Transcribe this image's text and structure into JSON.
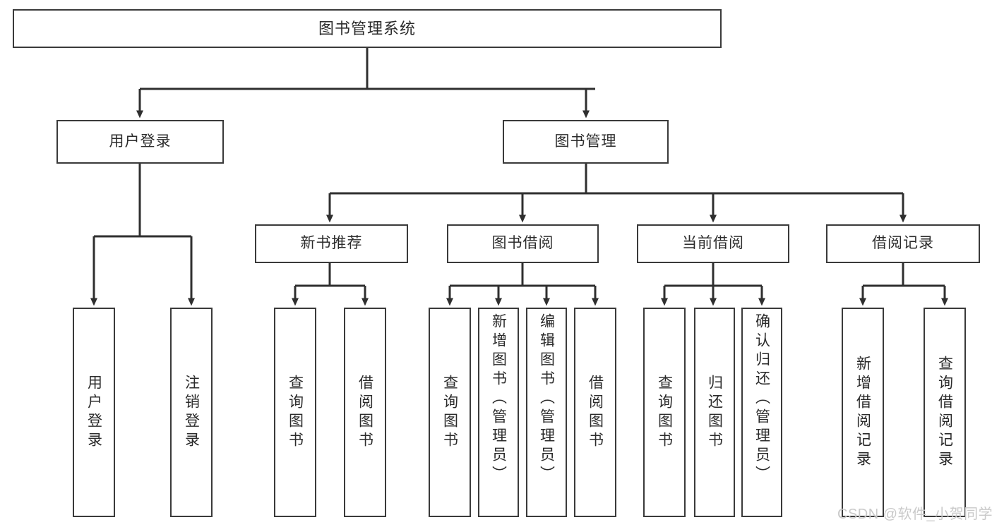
{
  "diagram": {
    "type": "tree",
    "title": "图书管理系统",
    "orientation": "top-down",
    "root": {
      "label": "图书管理系统"
    },
    "level2": [
      {
        "label": "用户登录"
      },
      {
        "label": "图书管理"
      }
    ],
    "level3": [
      {
        "label": "新书推荐"
      },
      {
        "label": "图书借阅"
      },
      {
        "label": "当前借阅"
      },
      {
        "label": "借阅记录"
      }
    ],
    "leaves": {
      "user_login": [
        {
          "label": "用户登录"
        },
        {
          "label": "注销登录"
        }
      ],
      "new_book": [
        {
          "label": "查询图书"
        },
        {
          "label": "借阅图书"
        }
      ],
      "borrow": [
        {
          "label": "查询图书"
        },
        {
          "label": "新增图书（管理员）"
        },
        {
          "label": "编辑图书（管理员）"
        },
        {
          "label": "借阅图书"
        }
      ],
      "current": [
        {
          "label": "查询图书"
        },
        {
          "label": "归还图书"
        },
        {
          "label": "确认归还（管理员）"
        }
      ],
      "records": [
        {
          "label": "新增借阅记录"
        },
        {
          "label": "查询借阅记录"
        }
      ]
    }
  },
  "watermark": {
    "text": "CSDN @软件_小贺同学"
  },
  "colors": {
    "box_border": "#3a3a3a",
    "box_fill": "#ffffff",
    "connector": "#2f2f2f",
    "text": "#2b2b2b",
    "watermark": "#c9c9c9"
  }
}
